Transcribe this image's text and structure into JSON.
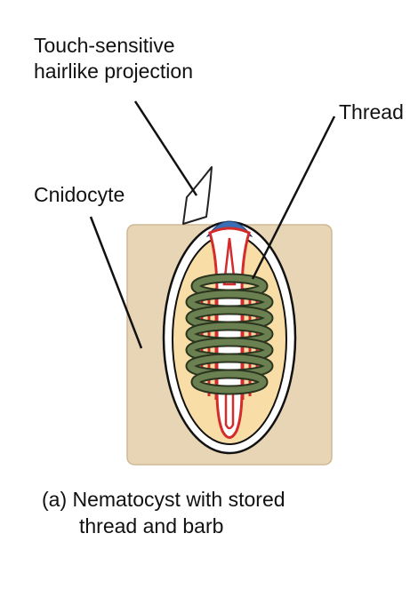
{
  "labels": {
    "touch_line1": "Touch-sensitive",
    "touch_line2": "hairlike projection",
    "thread": "Thread",
    "cnidocyte": "Cnidocyte"
  },
  "caption": {
    "line1": "(a) Nematocyst with stored",
    "line2": "thread and barb"
  },
  "colors": {
    "cell": "#E8D5B5",
    "capsule_fill": "#F8DEA6",
    "thread_red": "#D42B2B",
    "coil_green": "#6B8050",
    "cap_blue": "#3C6EB4"
  }
}
